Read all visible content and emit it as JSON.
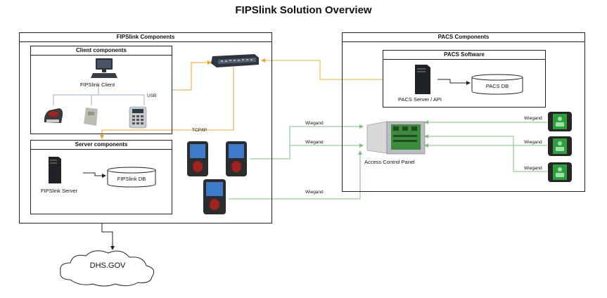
{
  "title": "FIPSlink Solution Overview",
  "fipslink_components": {
    "header": "FIPSlink Components",
    "client": {
      "header": "Client components",
      "client_label": "FIPSlink Client",
      "usb_label": "USB"
    },
    "server": {
      "header": "Server components",
      "server_label": "FIPSlink Server",
      "db_label": "FIPSlink DB"
    }
  },
  "network": {
    "tcpip_label": "TCP/IP"
  },
  "pacs_components": {
    "header": "PACS Components",
    "software": {
      "header": "PACS Software",
      "server_label": "PACS Server / API",
      "db_label": "PACS DB"
    },
    "panel_label": "Access Control Panel"
  },
  "wiegand_labels": {
    "reader1": "Wiegand",
    "reader2": "Wiegand",
    "reader3": "Wiegand",
    "right1": "Wiegand",
    "right2": "Wiegand",
    "right3": "Wiegand"
  },
  "cloud": {
    "label": "DHS.GOV"
  },
  "colors": {
    "usb_line": "#f0a020",
    "network_line": "#f0b030",
    "wiegand_line": "#7cc07c",
    "border": "#222222"
  }
}
